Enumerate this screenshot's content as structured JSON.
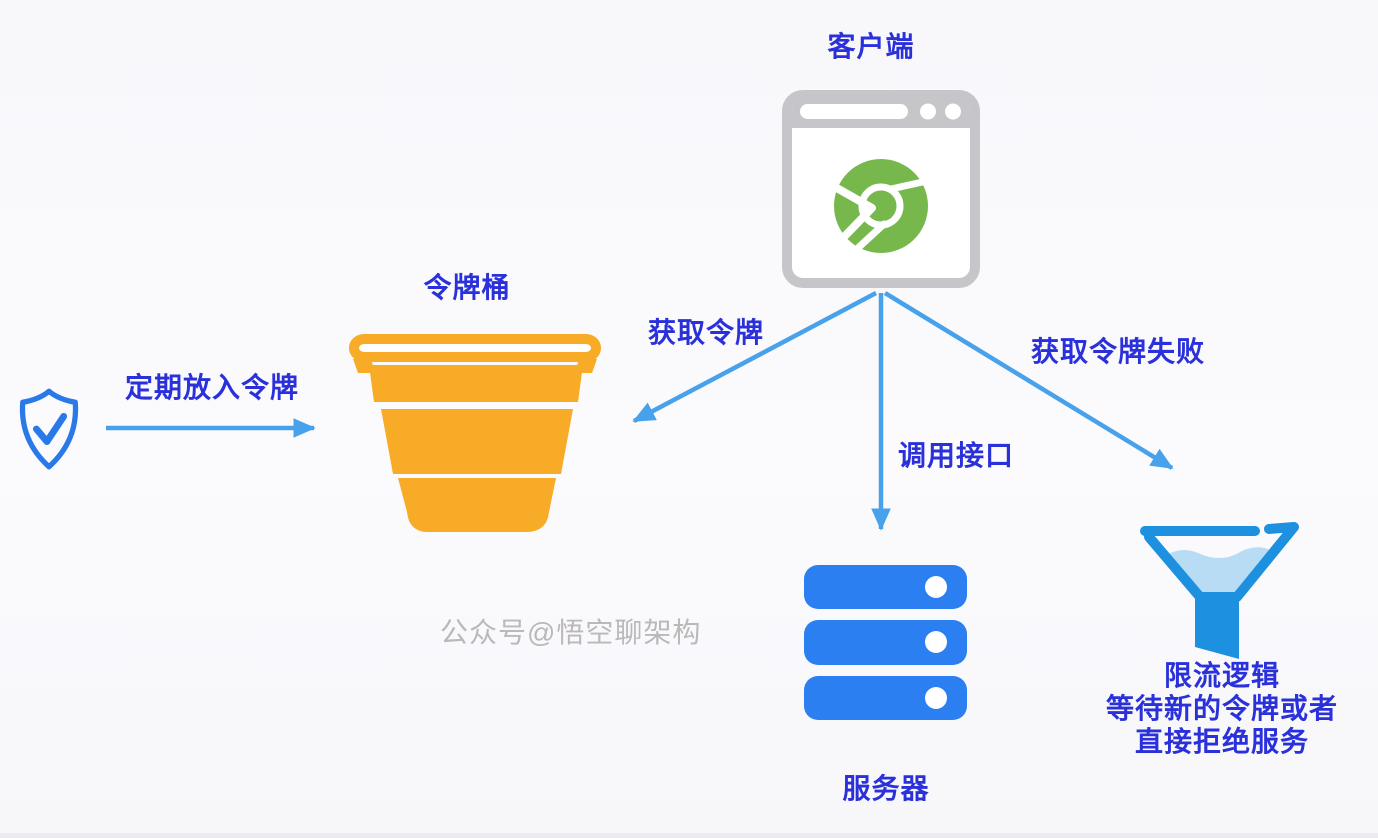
{
  "colors": {
    "label_text": "#2a31da",
    "arrow_blue": "#47a1eb",
    "bucket_orange": "#f8ab26",
    "server_blue": "#2b7ff0",
    "funnel_blue": "#1e90e0",
    "funnel_liquid": "#b7dcf4",
    "browser_frame_gray": "#c6c6ca",
    "chrome_logo_green": "#77b84d",
    "shield_blue": "#2979e8",
    "watermark_gray": "#b5b1b1"
  },
  "nodes": {
    "client": {
      "label": "客户端",
      "icon": "browser-window-icon"
    },
    "token_bucket": {
      "label": "令牌桶",
      "icon": "bucket-icon"
    },
    "token_refiller": {
      "icon": "shield-check-icon"
    },
    "server": {
      "label": "服务器",
      "icon": "server-stack-icon"
    },
    "rate_limiter": {
      "icon": "funnel-icon",
      "label_lines": [
        "限流逻辑",
        "等待新的令牌或者",
        "直接拒绝服务"
      ]
    }
  },
  "edges": {
    "periodic_refill": {
      "label": "定期放入令牌",
      "from": "token_refiller",
      "to": "token_bucket"
    },
    "acquire_token": {
      "label": "获取令牌",
      "from": "client",
      "to": "token_bucket"
    },
    "call_api": {
      "label": "调用接口",
      "from": "client",
      "to": "server"
    },
    "acquire_token_failed": {
      "label": "获取令牌失败",
      "from": "client",
      "to": "rate_limiter"
    }
  },
  "watermark": "公众号@悟空聊架构"
}
